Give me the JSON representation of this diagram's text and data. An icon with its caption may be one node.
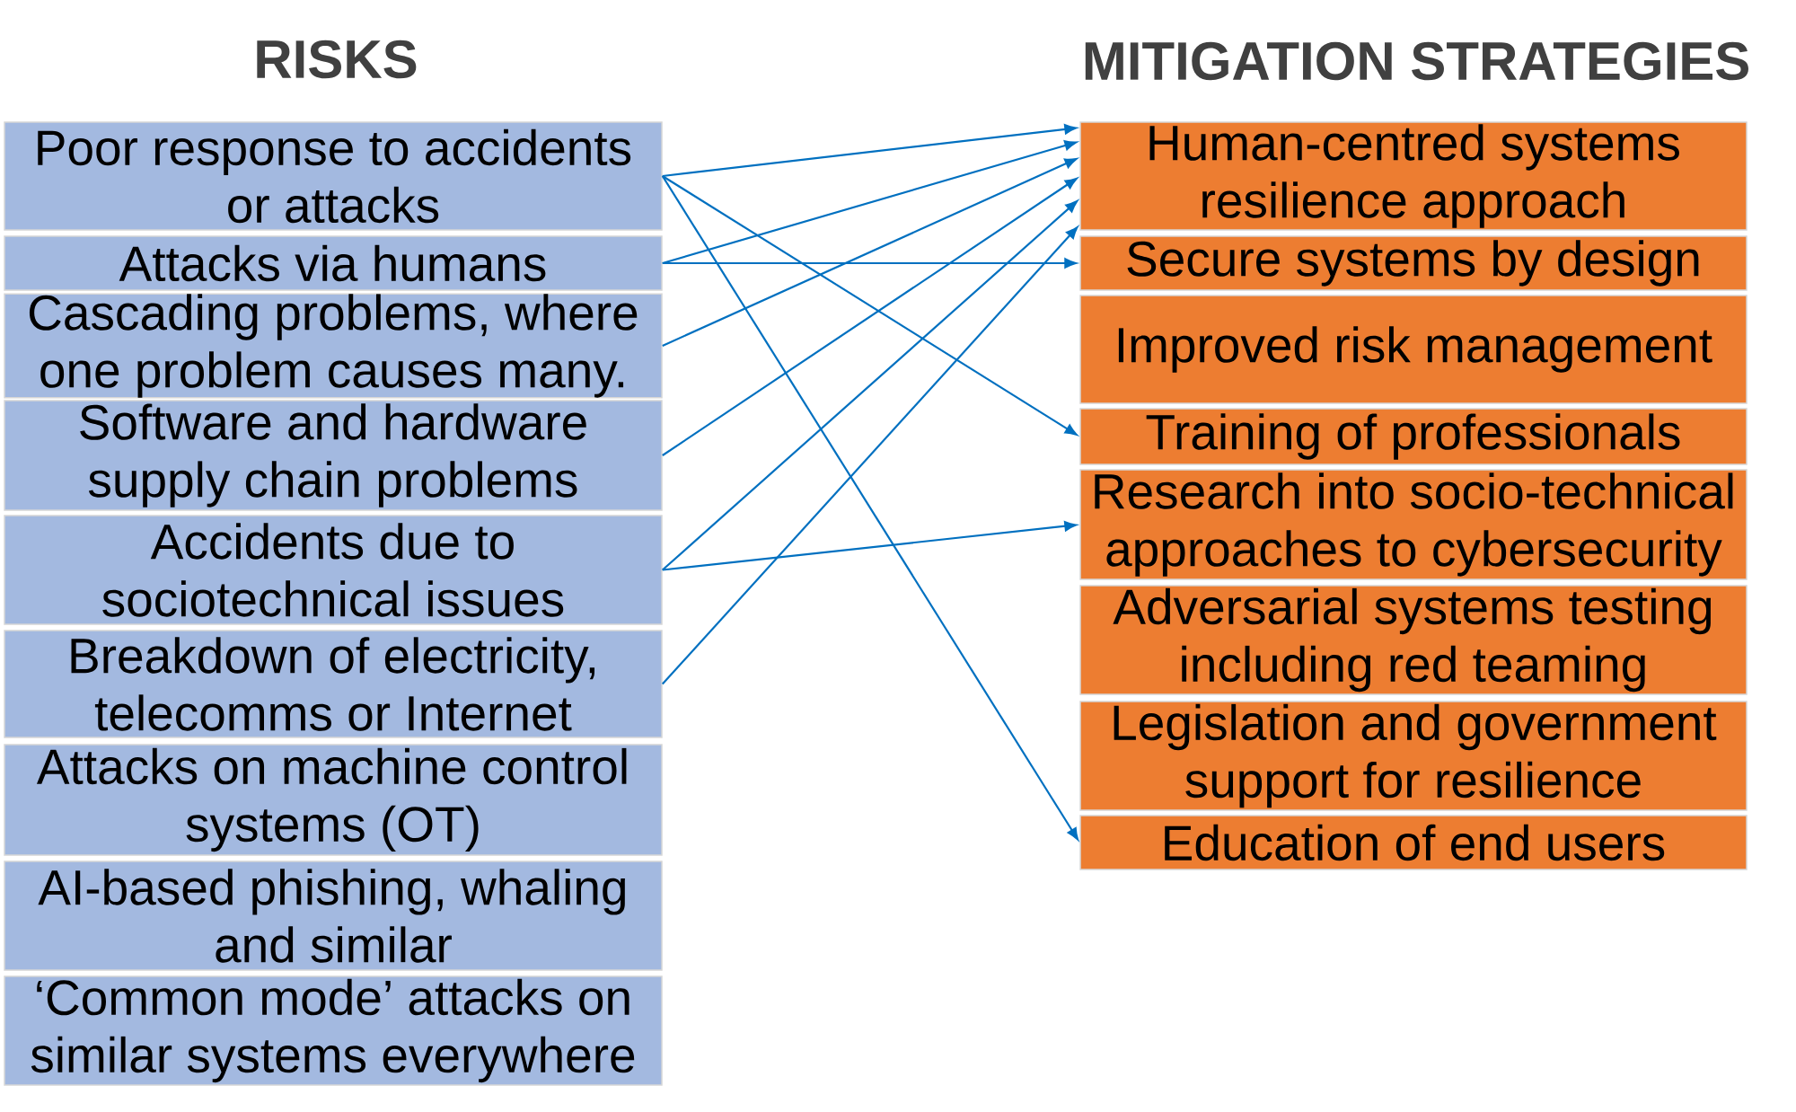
{
  "diagram": {
    "nodes": [
      {
        "text": [
          "Poor response to accidents or attacks"
        ]
      },
      {
        "text": [
          "Attacks via humans"
        ]
      },
      {
        "text": [
          "Cascading problems, where one problem causes many."
        ]
      },
      {
        "text": [
          "Software and hardware supply chain problems"
        ]
      },
      {
        "text": [
          "Accidents due to sociotechnical issues"
        ]
      },
      {
        "text": [
          "Breakdown of electricity, telecomms or Internet"
        ]
      },
      {
        "text": [
          "Attacks on machine control systems (OT)"
        ]
      },
      {
        "text": [
          "AI-based phishing, whaling and similar"
        ]
      },
      {
        "text": [
          "‘Common mode’ attacks on similar systems everywhere"
        ]
      },
      {
        "text": [
          "Human-centred systems resilience approach"
        ]
      },
      {
        "text": [
          "Secure systems by design"
        ]
      },
      {
        "text": [
          "Improved risk management"
        ]
      },
      {
        "text": [
          "Training of professionals"
        ]
      },
      {
        "text": [
          "Research into socio-technical approaches to cybersecurity"
        ]
      },
      {
        "text": [
          "Adversarial systems testing including red teaming"
        ]
      },
      {
        "text": [
          "Legislation and government support for resilience"
        ]
      },
      {
        "text": [
          "Education of end users"
        ]
      }
    ],
    "edges": [
      {
        "from": 0,
        "to": 9,
        "arrow": "to"
      },
      {
        "from": 0,
        "to": 12,
        "arrow": "to"
      },
      {
        "from": 0,
        "to": 16,
        "arrow": "to"
      },
      {
        "from": 1,
        "to": 9,
        "arrow": "to"
      },
      {
        "from": 1,
        "to": 10,
        "arrow": "to"
      },
      {
        "from": 2,
        "to": 9,
        "arrow": "to"
      },
      {
        "from": 3,
        "to": 9,
        "arrow": "to"
      },
      {
        "from": 4,
        "to": 9,
        "arrow": "to"
      },
      {
        "from": 4,
        "to": 13,
        "arrow": "to"
      },
      {
        "from": 5,
        "to": 9,
        "arrow": "to"
      }
    ],
    "labels": [
      "RISKS",
      "MITIGATION STRATEGIES"
    ]
  }
}
